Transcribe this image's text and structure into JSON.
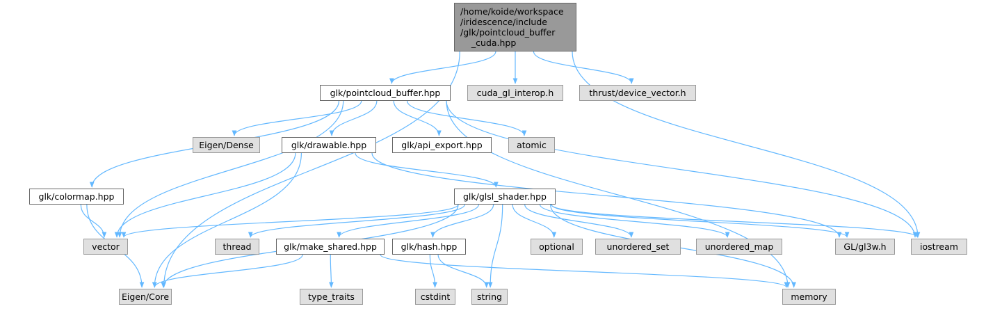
{
  "diagram": {
    "type": "include-dependency-graph",
    "edge_color": "#63b8ff",
    "nodes": {
      "root": {
        "label": "/home/koide/workspace\n/iridescence/include\n/glk/pointcloud_buffer\n    _cuda.hpp",
        "kind": "root"
      },
      "pcb": {
        "label": "glk/pointcloud_buffer.hpp",
        "kind": "documented"
      },
      "cuda_gl": {
        "label": "cuda_gl_interop.h",
        "kind": "external"
      },
      "thrust": {
        "label": "thrust/device_vector.h",
        "kind": "external"
      },
      "eigen_dense": {
        "label": "Eigen/Dense",
        "kind": "external"
      },
      "drawable": {
        "label": "glk/drawable.hpp",
        "kind": "documented"
      },
      "api_export": {
        "label": "glk/api_export.hpp",
        "kind": "documented"
      },
      "atomic": {
        "label": "atomic",
        "kind": "external"
      },
      "colormap": {
        "label": "glk/colormap.hpp",
        "kind": "documented"
      },
      "glsl": {
        "label": "glk/glsl_shader.hpp",
        "kind": "documented"
      },
      "vector": {
        "label": "vector",
        "kind": "external"
      },
      "thread": {
        "label": "thread",
        "kind": "external"
      },
      "make_shared": {
        "label": "glk/make_shared.hpp",
        "kind": "documented"
      },
      "hash": {
        "label": "glk/hash.hpp",
        "kind": "documented"
      },
      "optional": {
        "label": "optional",
        "kind": "external"
      },
      "unordered_set": {
        "label": "unordered_set",
        "kind": "external"
      },
      "unordered_map": {
        "label": "unordered_map",
        "kind": "external"
      },
      "gl3w": {
        "label": "GL/gl3w.h",
        "kind": "external"
      },
      "iostream": {
        "label": "iostream",
        "kind": "external"
      },
      "eigen_core": {
        "label": "Eigen/Core",
        "kind": "external"
      },
      "type_traits": {
        "label": "type_traits",
        "kind": "external"
      },
      "cstdint": {
        "label": "cstdint",
        "kind": "external"
      },
      "string": {
        "label": "string",
        "kind": "external"
      },
      "memory": {
        "label": "memory",
        "kind": "external"
      }
    },
    "edges": [
      [
        "root",
        "pcb"
      ],
      [
        "root",
        "cuda_gl"
      ],
      [
        "root",
        "thrust"
      ],
      [
        "root",
        "eigen_core"
      ],
      [
        "root",
        "iostream"
      ],
      [
        "pcb",
        "eigen_dense"
      ],
      [
        "pcb",
        "drawable"
      ],
      [
        "pcb",
        "api_export"
      ],
      [
        "pcb",
        "atomic"
      ],
      [
        "pcb",
        "colormap"
      ],
      [
        "pcb",
        "vector"
      ],
      [
        "pcb",
        "iostream"
      ],
      [
        "pcb",
        "memory"
      ],
      [
        "drawable",
        "glsl"
      ],
      [
        "drawable",
        "vector"
      ],
      [
        "drawable",
        "eigen_core"
      ],
      [
        "drawable",
        "gl3w"
      ],
      [
        "colormap",
        "vector"
      ],
      [
        "colormap",
        "eigen_core"
      ],
      [
        "glsl",
        "vector"
      ],
      [
        "glsl",
        "thread"
      ],
      [
        "glsl",
        "make_shared"
      ],
      [
        "glsl",
        "hash"
      ],
      [
        "glsl",
        "string"
      ],
      [
        "glsl",
        "optional"
      ],
      [
        "glsl",
        "unordered_set"
      ],
      [
        "glsl",
        "unordered_map"
      ],
      [
        "glsl",
        "gl3w"
      ],
      [
        "glsl",
        "iostream"
      ],
      [
        "glsl",
        "eigen_core"
      ],
      [
        "glsl",
        "memory"
      ],
      [
        "make_shared",
        "eigen_core"
      ],
      [
        "make_shared",
        "type_traits"
      ],
      [
        "make_shared",
        "memory"
      ],
      [
        "hash",
        "cstdint"
      ],
      [
        "hash",
        "string"
      ]
    ]
  }
}
